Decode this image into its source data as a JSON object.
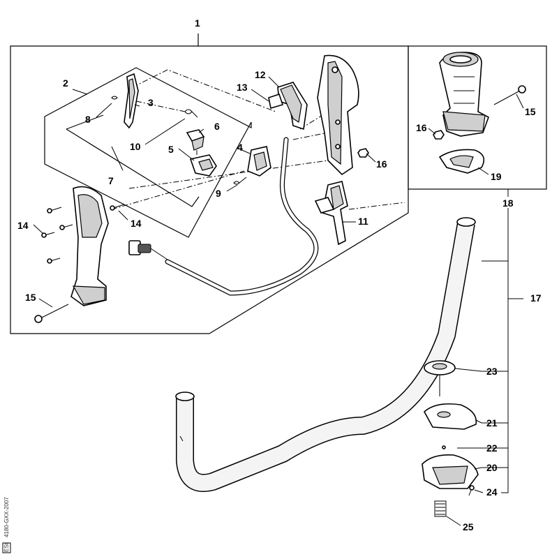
{
  "callouts": [
    {
      "id": "1",
      "text": "1"
    },
    {
      "id": "2",
      "text": "2"
    },
    {
      "id": "3",
      "text": "3"
    },
    {
      "id": "4",
      "text": "4"
    },
    {
      "id": "5",
      "text": "5"
    },
    {
      "id": "6",
      "text": "6"
    },
    {
      "id": "7",
      "text": "7"
    },
    {
      "id": "8",
      "text": "8"
    },
    {
      "id": "9",
      "text": "9"
    },
    {
      "id": "10",
      "text": "10"
    },
    {
      "id": "11",
      "text": "11"
    },
    {
      "id": "12",
      "text": "12"
    },
    {
      "id": "13",
      "text": "13"
    },
    {
      "id": "14a",
      "text": "14"
    },
    {
      "id": "14b",
      "text": "14"
    },
    {
      "id": "15a",
      "text": "15"
    },
    {
      "id": "15b",
      "text": "15"
    },
    {
      "id": "16a",
      "text": "16"
    },
    {
      "id": "16b",
      "text": "16"
    },
    {
      "id": "17",
      "text": "17"
    },
    {
      "id": "18",
      "text": "18"
    },
    {
      "id": "19",
      "text": "19"
    },
    {
      "id": "20",
      "text": "20"
    },
    {
      "id": "21",
      "text": "21"
    },
    {
      "id": "22",
      "text": "22"
    },
    {
      "id": "23",
      "text": "23"
    },
    {
      "id": "24",
      "text": "24"
    },
    {
      "id": "25",
      "text": "25"
    }
  ],
  "side_code": {
    "text": "4180-GXX-2007",
    "stamp": "ESt"
  }
}
